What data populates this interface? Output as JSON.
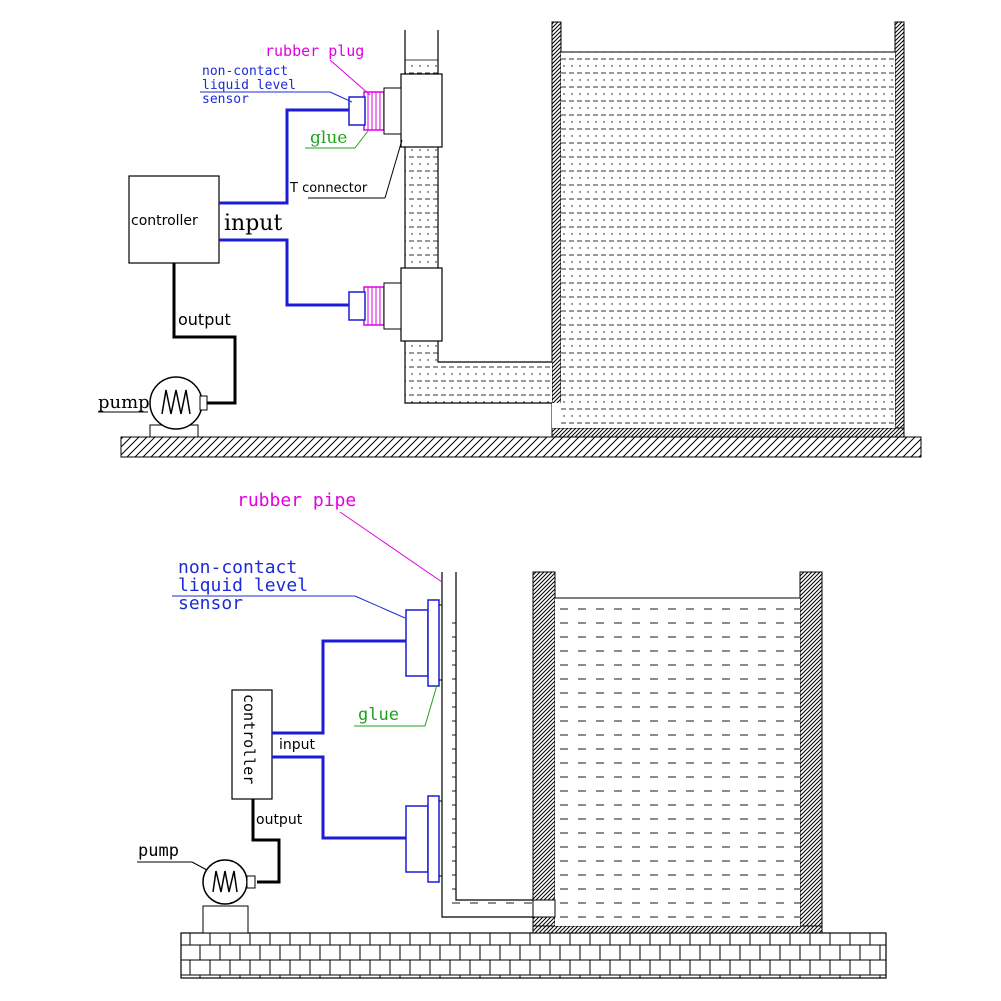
{
  "colors": {
    "sensor_label": "#1c2bd6",
    "wire": "#1c1cd6",
    "plug": "#e000e0",
    "glue_label": "#22a022",
    "line": "#000000"
  },
  "top_diagram": {
    "rubber_plug": "rubber plug",
    "sensor_line1": "non-contact",
    "sensor_line2": "liquid level",
    "sensor_line3": "sensor",
    "glue": "glue",
    "t_connector": "T connector",
    "controller": "controller",
    "input": "input",
    "output": "output",
    "pump": "pump"
  },
  "bottom_diagram": {
    "rubber_pipe": "rubber pipe",
    "sensor_line1": "non-contact",
    "sensor_line2": "liquid level",
    "sensor_line3": "sensor",
    "glue": "glue",
    "controller": "controller",
    "input": "input",
    "output": "output",
    "pump": "pump"
  }
}
